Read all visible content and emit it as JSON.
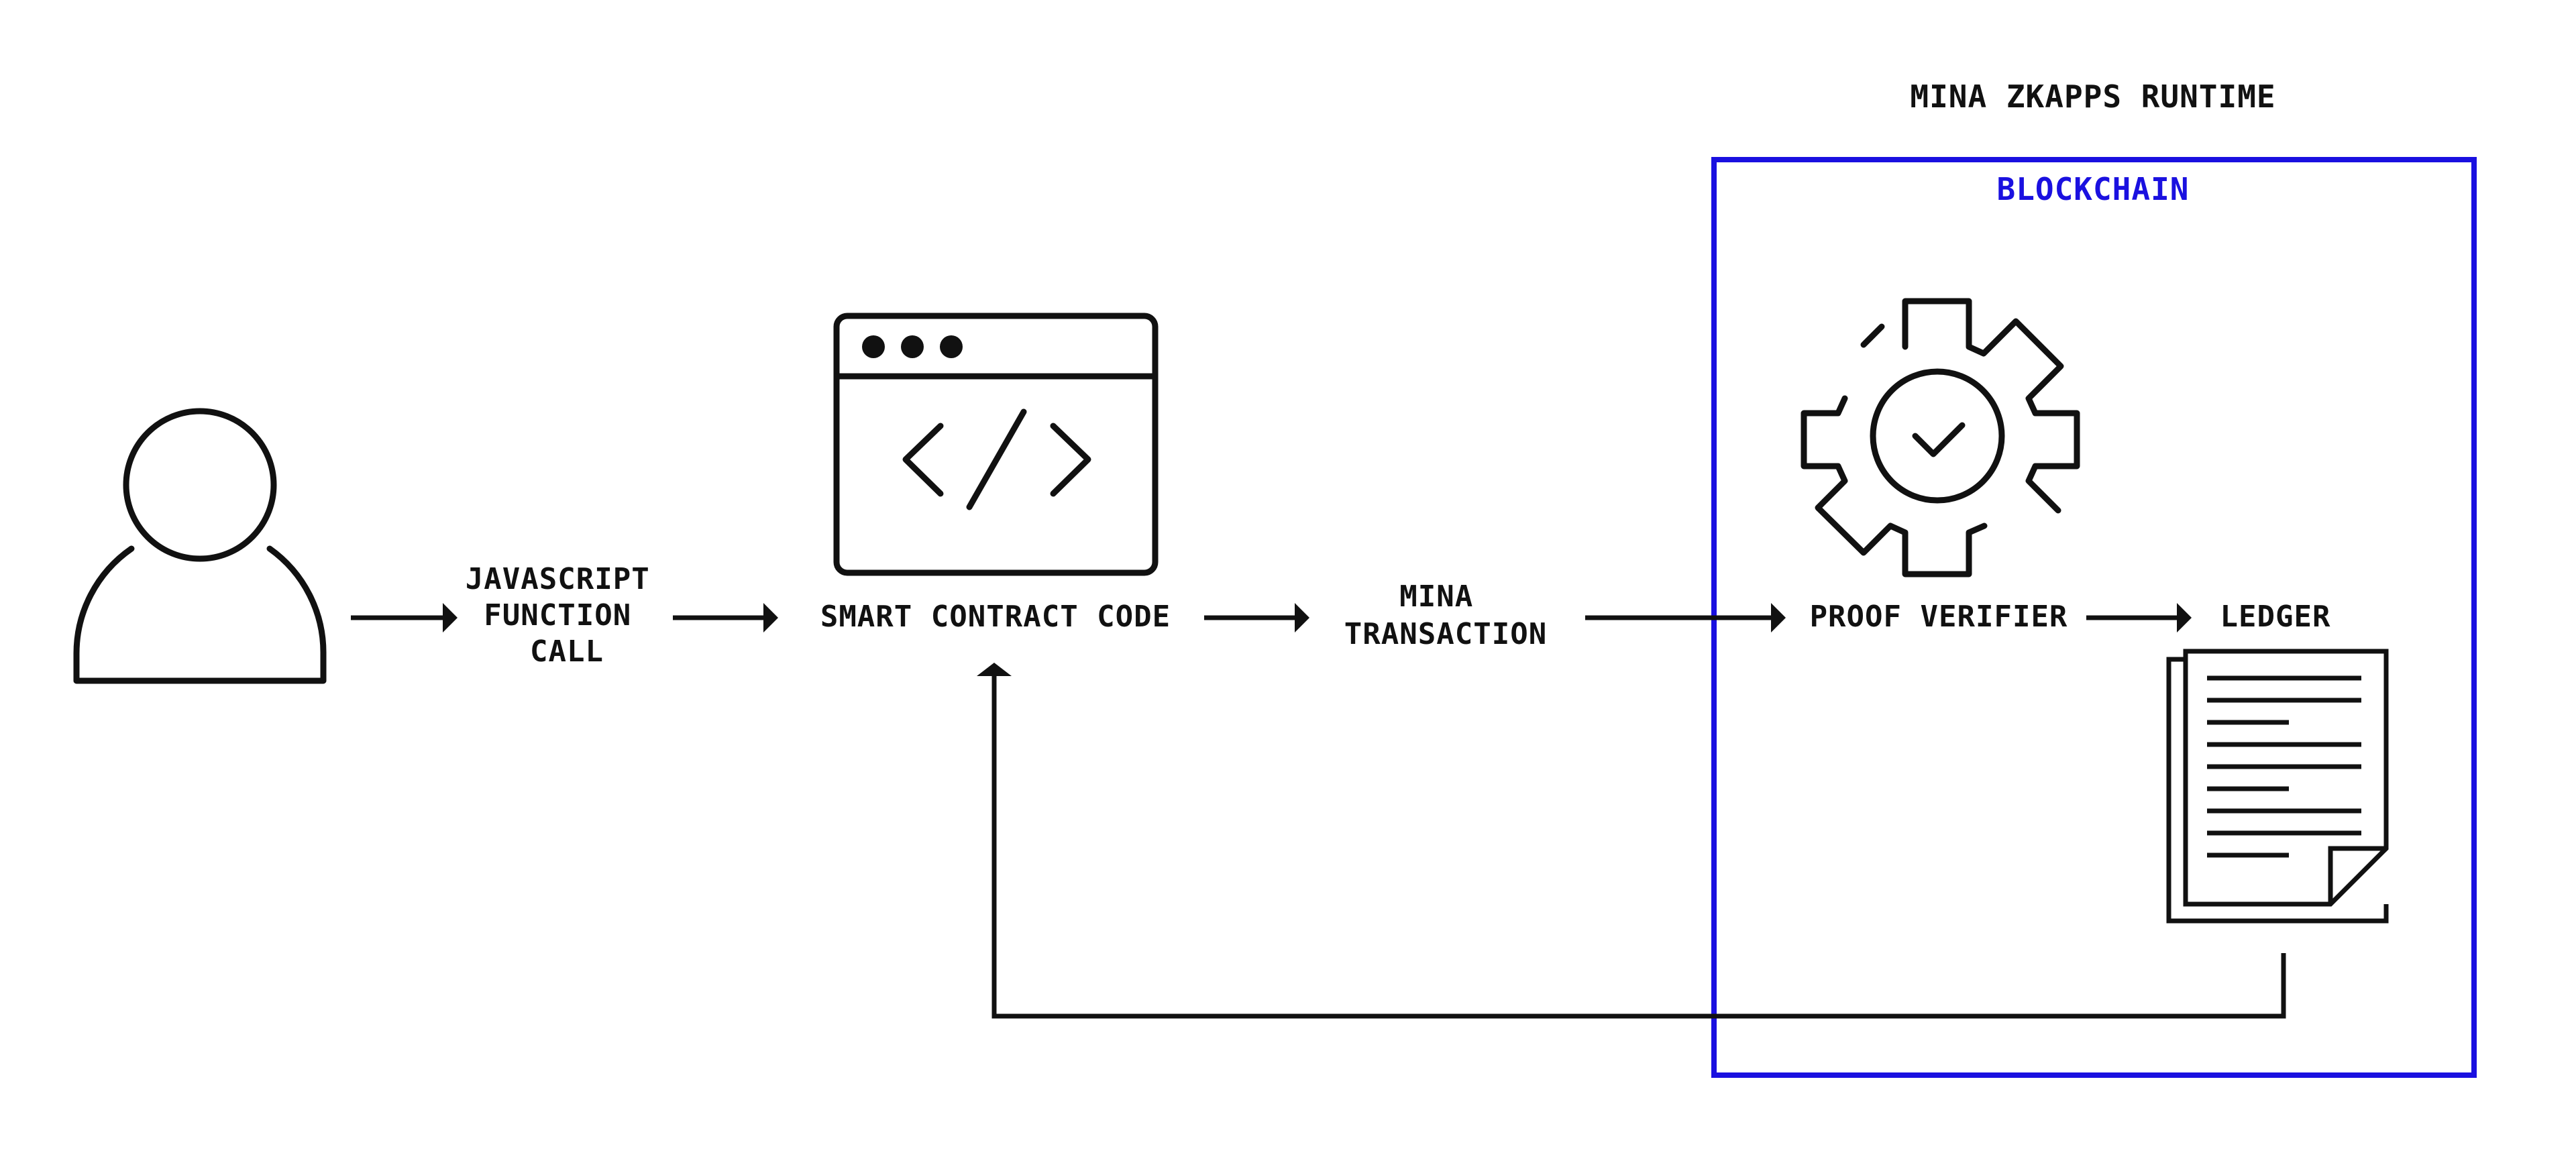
{
  "colors": {
    "ink": "#111111",
    "blockchain": "#1a10e0",
    "background": "#ffffff"
  },
  "runtime": {
    "label": "MINA ZKAPPS RUNTIME"
  },
  "blockchain": {
    "label": "BLOCKCHAIN"
  },
  "nodes": {
    "user": {
      "icon": "user-icon"
    },
    "js_call": {
      "line1": "JAVASCRIPT",
      "line2": "FUNCTION",
      "line3": "CALL"
    },
    "smart_contract": {
      "label": "SMART CONTRACT CODE",
      "icon": "code-window-icon"
    },
    "transaction": {
      "line1": "MINA",
      "line2": "TRANSACTION"
    },
    "proof_verifier": {
      "label": "PROOF VERIFIER",
      "icon": "gear-check-icon"
    },
    "ledger": {
      "label": "LEDGER",
      "icon": "document-stack-icon"
    }
  }
}
